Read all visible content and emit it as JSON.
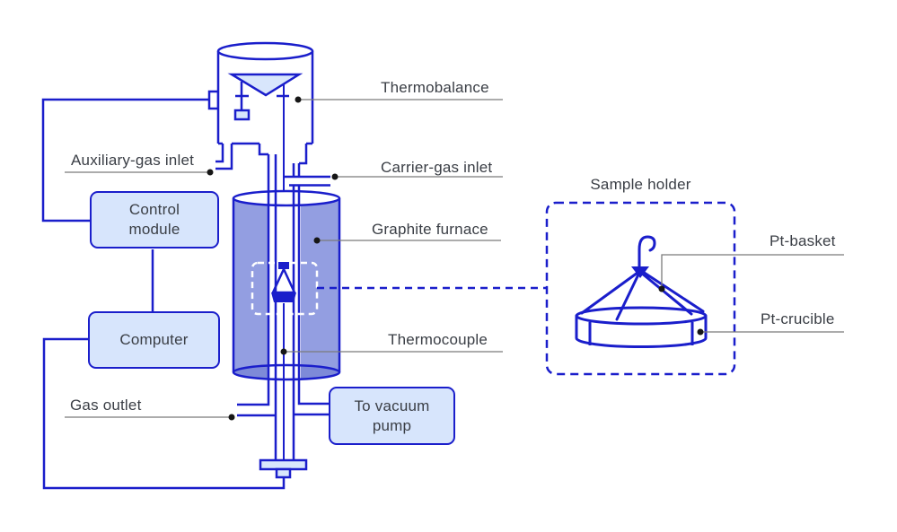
{
  "diagram": {
    "title_context": "Thermobalance apparatus schematic",
    "labels": {
      "thermobalance": "Thermobalance",
      "auxiliary_gas_inlet": "Auxiliary-gas inlet",
      "carrier_gas_inlet": "Carrier-gas inlet",
      "graphite_furnace": "Graphite furnace",
      "thermocouple": "Thermocouple",
      "gas_outlet": "Gas outlet",
      "sample_holder": "Sample holder",
      "pt_basket": "Pt-basket",
      "pt_crucible": "Pt-crucible"
    },
    "boxes": {
      "control_module": {
        "line1": "Control",
        "line2": "module"
      },
      "computer": {
        "label": "Computer"
      },
      "vacuum_pump": {
        "line1": "To vacuum",
        "line2": "pump"
      }
    },
    "colors": {
      "ink_blue": "#1a1ecb",
      "box_fill": "#d7e5fc",
      "furnace_fill": "#939ee1",
      "furnace_bottom": "#7e8ad8",
      "crucible_fill": "#cfe3fb",
      "label_text": "#3a3e45",
      "leader_line": "#7b7b7b"
    }
  }
}
